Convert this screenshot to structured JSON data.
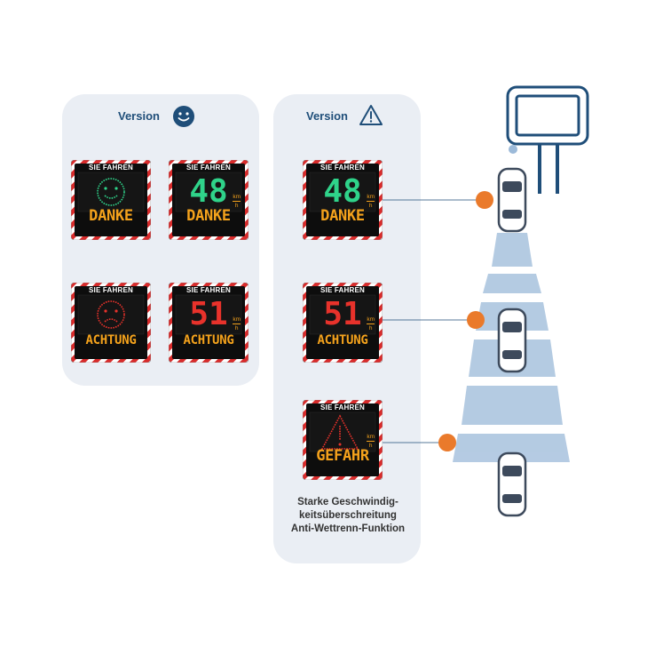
{
  "versions": {
    "smiley": {
      "label": "Version",
      "icon": "smiley-face-icon"
    },
    "warning": {
      "label": "Version",
      "icon": "warning-triangle-icon"
    }
  },
  "signs": {
    "smile_danke": {
      "title": "SIE FAHREN",
      "word": "DANKE",
      "display": "smiley-happy"
    },
    "48_danke": {
      "title": "SIE FAHREN",
      "digits": "48",
      "unit_top": "km",
      "unit_bottom": "h",
      "word": "DANKE"
    },
    "sad_achtung": {
      "title": "SIE FAHREN",
      "word": "ACHTUNG",
      "display": "smiley-sad"
    },
    "51_achtung": {
      "title": "SIE FAHREN",
      "digits": "51",
      "unit_top": "km",
      "unit_bottom": "h",
      "word": "ACHTUNG"
    },
    "right_48_danke": {
      "title": "SIE FAHREN",
      "digits": "48",
      "unit_top": "km",
      "unit_bottom": "h",
      "word": "DANKE"
    },
    "right_51_achtung": {
      "title": "SIE FAHREN",
      "digits": "51",
      "unit_top": "km",
      "unit_bottom": "h",
      "word": "ACHTUNG"
    },
    "right_gefahr": {
      "title": "SIE FAHREN",
      "unit_top": "km",
      "unit_bottom": "h",
      "word": "GEFAHR",
      "display": "warning-triangle"
    }
  },
  "caption": {
    "line1": "Starke Geschwindig-",
    "line2": "keitsüberschreitung",
    "line3": "Anti-Wettrenn-Funktion"
  },
  "colors": {
    "panel_bg": "#eaeef4",
    "accent_navy": "#1f4e79",
    "led_green": "#2fd38a",
    "led_red": "#e8322b",
    "led_amber": "#f4a21c",
    "marker_orange": "#ea7a2b",
    "beam_blue": "#9cbad9"
  }
}
